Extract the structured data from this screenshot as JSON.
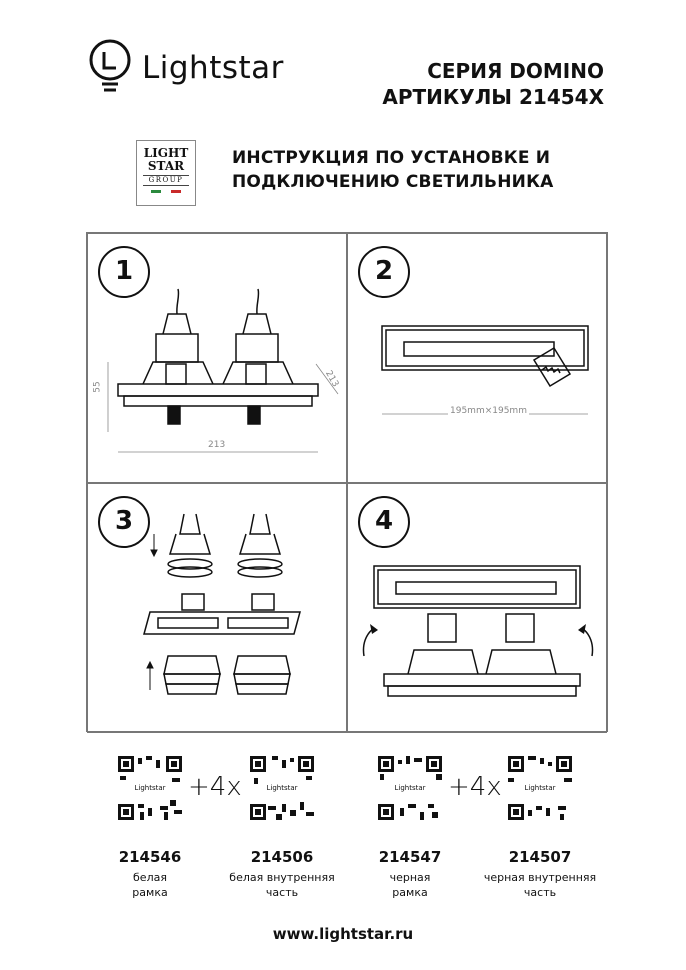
{
  "header": {
    "brand": "Lightstar",
    "series": "СЕРИЯ DOMINO",
    "articles": "АРТИКУЛЫ 21454X",
    "badge_line1": "LIGHT",
    "badge_line2": "STAR",
    "badge_line3": "GROUP",
    "title_line1": "ИНСТРУКЦИЯ ПО УСТАНОВКЕ И",
    "title_line2": "ПОДКЛЮЧЕНИЮ СВЕТИЛЬНИКА"
  },
  "steps": [
    {
      "number": "1",
      "dim_height": "55",
      "dim_depth": "213",
      "dim_width": "213"
    },
    {
      "number": "2",
      "dim_cutout": "195mm×195mm"
    },
    {
      "number": "3"
    },
    {
      "number": "4"
    }
  ],
  "products": [
    {
      "code": "214546",
      "caption_line1": "белая",
      "caption_line2": "рамка",
      "qr_label": "Lightstar"
    },
    {
      "code": "214506",
      "caption_line1": "белая внутренняя",
      "caption_line2": "часть",
      "qr_label": "Lightstar"
    },
    {
      "code": "214547",
      "caption_line1": "черная",
      "caption_line2": "рамка",
      "qr_label": "Lightstar"
    },
    {
      "code": "214507",
      "caption_line1": "черная внутренняя",
      "caption_line2": "часть",
      "qr_label": "Lightstar"
    }
  ],
  "multipliers": [
    "+4x",
    "+4x"
  ],
  "footer": {
    "website": "www.lightstar.ru"
  },
  "colors": {
    "badge_flag_green": "#2b8a3e",
    "badge_flag_red": "#c92a2a"
  }
}
